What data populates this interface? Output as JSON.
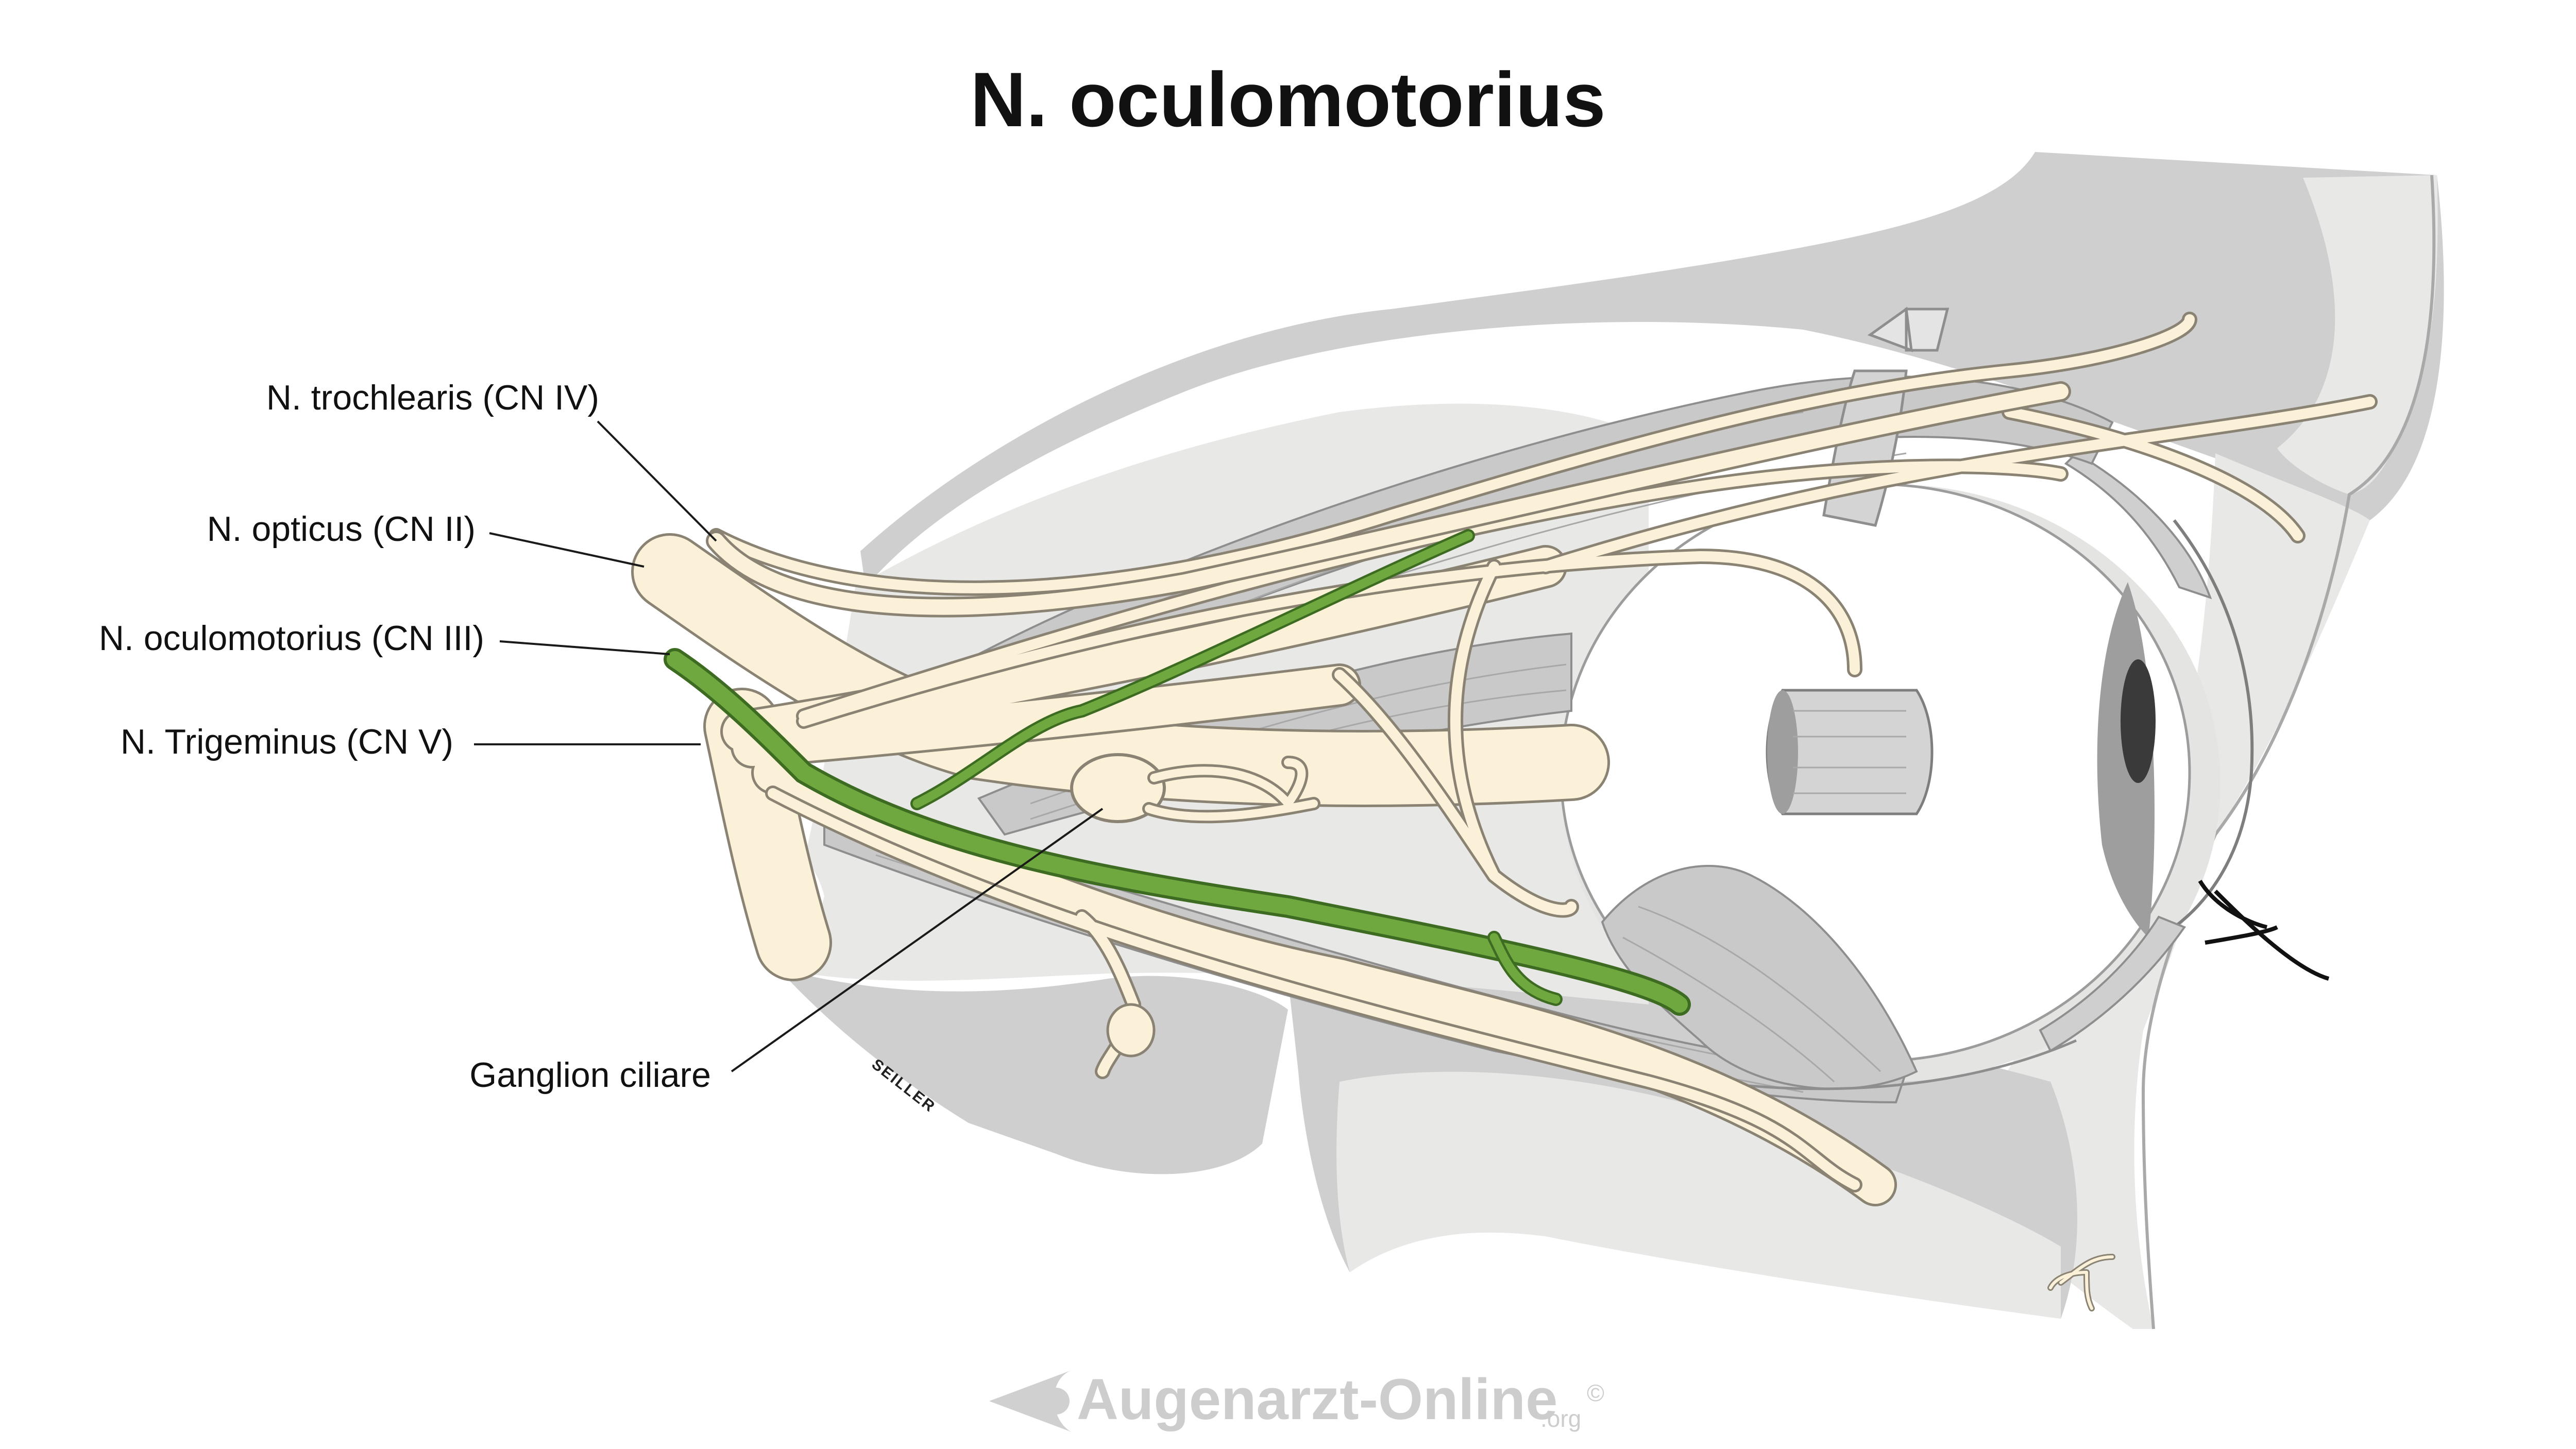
{
  "title": "N. oculomotorius",
  "labels": {
    "trochlearis": "N. trochlearis (CN IV)",
    "opticus": "N. opticus (CN II)",
    "oculomotorius": "N. oculomotorius (CN III)",
    "trigeminus": "N. Trigeminus (CN V)",
    "ganglion": "Ganglion ciliare"
  },
  "signature": "SEILLER",
  "watermark": {
    "name": "Augenarzt",
    "dash": "-",
    "suffix": "Online",
    "tld": ".org",
    "copyright": "©"
  },
  "colors": {
    "highlighted_nerve": "#6fa83f",
    "other_nerves": "#fbf1d9",
    "bone": "#cfcfcf",
    "tissue": "#e8e8e6"
  }
}
